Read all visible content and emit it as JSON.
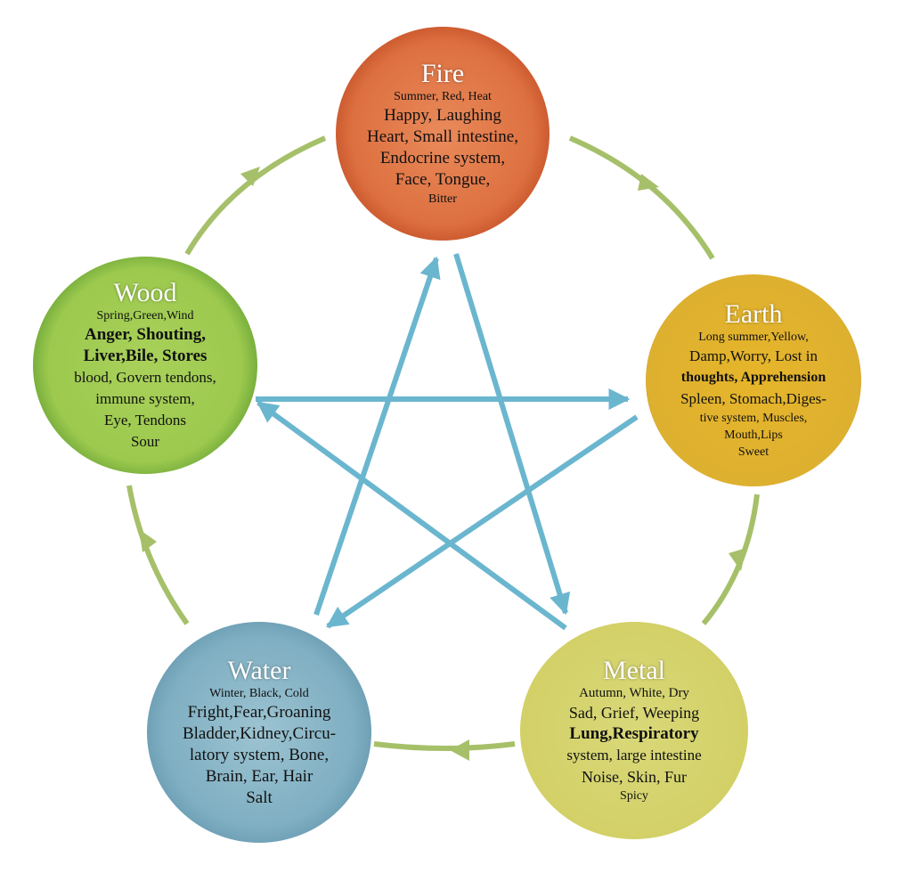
{
  "colors": {
    "control_arrow": "#6bb6cf",
    "generate_arrow": "#a6c06a"
  },
  "elements": {
    "fire": {
      "title": "Fire",
      "lines": [
        "Summer, Red, Heat",
        "Happy, Laughing",
        "Heart, Small intestine,",
        "Endocrine system,",
        "Face, Tongue,",
        "Bitter"
      ]
    },
    "wood": {
      "title": "Wood",
      "lines": [
        "Spring,Green,Wind",
        "Anger, Shouting,",
        "Liver,Bile, Stores",
        "blood, Govern tendons,",
        "immune system,",
        "Eye, Tendons",
        "Sour"
      ]
    },
    "earth": {
      "title": "Earth",
      "lines": [
        "Long summer,Yellow,",
        "Damp,Worry, Lost in",
        "thoughts, Apprehension",
        "Spleen, Stomach,Diges-",
        "tive system, Muscles,",
        "Mouth,Lips",
        "Sweet"
      ]
    },
    "water": {
      "title": "Water",
      "lines": [
        "Winter, Black, Cold",
        "Fright,Fear,Groaning",
        "Bladder,Kidney,Circu-",
        "latory system, Bone,",
        "Brain, Ear, Hair",
        "Salt"
      ]
    },
    "metal": {
      "title": "Metal",
      "lines": [
        "Autumn, White, Dry",
        "Sad, Grief, Weeping",
        "Lung,Respiratory",
        "system, large intestine",
        "Noise, Skin, Fur",
        "Spicy"
      ]
    }
  }
}
